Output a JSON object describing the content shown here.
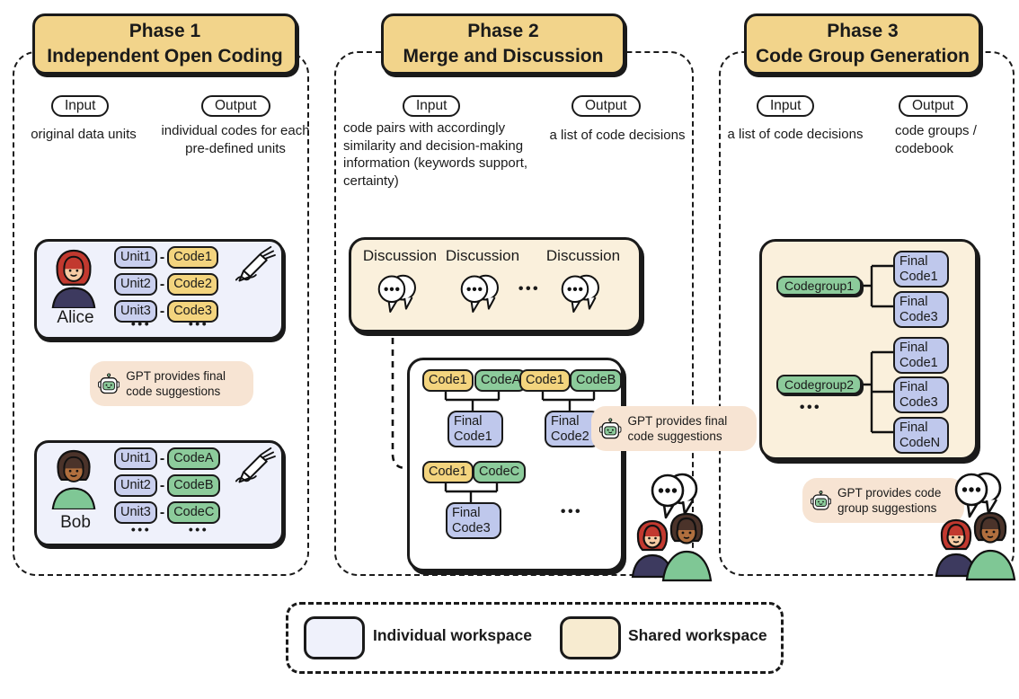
{
  "phase1": {
    "title_line1": "Phase 1",
    "title_line2": "Independent Open Coding",
    "input_label": "Input",
    "output_label": "Output",
    "input_desc": "original data units",
    "output_desc": "individual codes for each pre-defined units",
    "alice": {
      "name": "Alice",
      "rows": [
        {
          "unit": "Unit1",
          "code": "Code1"
        },
        {
          "unit": "Unit2",
          "code": "Code2"
        },
        {
          "unit": "Unit3",
          "code": "Code3"
        }
      ]
    },
    "bob": {
      "name": "Bob",
      "rows": [
        {
          "unit": "Unit1",
          "code": "CodeA"
        },
        {
          "unit": "Unit2",
          "code": "CodeB"
        },
        {
          "unit": "Unit3",
          "code": "CodeC"
        }
      ]
    },
    "gpt_note": "GPT provides final code suggestions"
  },
  "phase2": {
    "title_line1": "Phase 2",
    "title_line2": "Merge and Discussion",
    "input_label": "Input",
    "output_label": "Output",
    "input_desc": "code pairs with accordingly similarity and decision-making information (keywords support, certainty)",
    "output_desc": "a list of code decisions",
    "discussion_labels": [
      "Discussion",
      "Discussion",
      "Discussion"
    ],
    "merge_groups": [
      {
        "left": "Code1",
        "right": "CodeA",
        "result": "Final Code1"
      },
      {
        "left": "Code1",
        "right": "CodeB",
        "result": "Final Code2"
      },
      {
        "left": "Code1",
        "right": "CodeC",
        "result": "Final Code3"
      }
    ],
    "gpt_note": "GPT provides final code suggestions"
  },
  "phase3": {
    "title_line1": "Phase 3",
    "title_line2": "Code Group Generation",
    "input_label": "Input",
    "output_label": "Output",
    "input_desc": "a list of code decisions",
    "output_desc": "code groups / codebook",
    "codegroups": [
      {
        "name": "Codegroup1",
        "children": [
          "Final Code1",
          "Final Code3"
        ]
      },
      {
        "name": "Codegroup2",
        "children": [
          "Final Code1",
          "Final Code3",
          "Final CodeN"
        ]
      }
    ],
    "gpt_note": "GPT provides code group suggestions"
  },
  "legend": {
    "individual_label": "Individual workspace",
    "shared_label": "Shared workspace"
  },
  "ellipsis": "•••",
  "dash": "-",
  "colors": {
    "header_bg": "#F2D48B",
    "unit_bg": "#C9CFEE",
    "code_yellow_bg": "#F3D47E",
    "code_green_bg": "#8CCB9B",
    "final_bg": "#BFC8EC",
    "individual_bg": "#EFF1FB",
    "shared_bg": "#FAF0DC",
    "gpt_bubble_bg": "#F7E4D3",
    "swatch_shared": "#F7EBD0"
  }
}
